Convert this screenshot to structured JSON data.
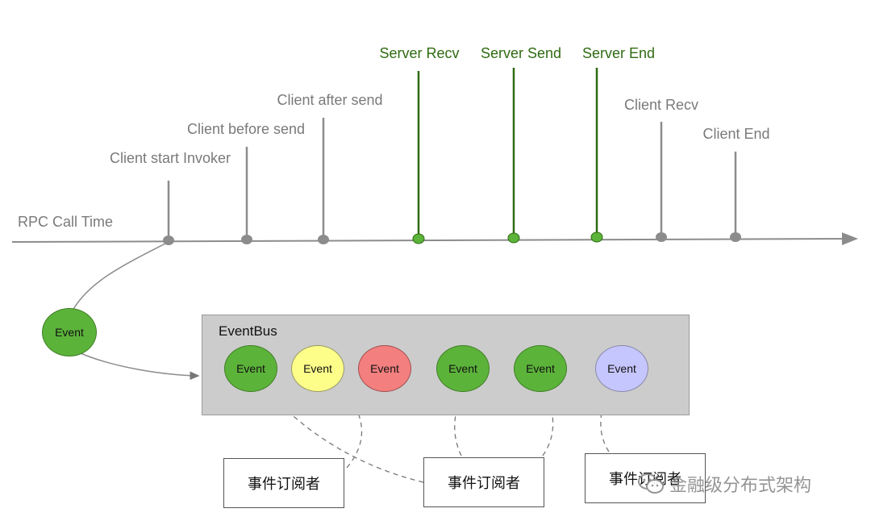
{
  "axis": {
    "label": "RPC Call Time"
  },
  "timeline": [
    {
      "label": "Client start Invoker",
      "kind": "client"
    },
    {
      "label": "Client before send",
      "kind": "client"
    },
    {
      "label": "Client after send",
      "kind": "client"
    },
    {
      "label": "Server Recv",
      "kind": "server"
    },
    {
      "label": "Server Send",
      "kind": "server"
    },
    {
      "label": "Server End",
      "kind": "server"
    },
    {
      "label": "Client Recv",
      "kind": "client"
    },
    {
      "label": "Client End",
      "kind": "client"
    }
  ],
  "emitted_event": {
    "label": "Event",
    "color": "#5cb33a"
  },
  "eventbus": {
    "title": "EventBus",
    "events": [
      {
        "label": "Event",
        "color": "green"
      },
      {
        "label": "Event",
        "color": "yellow"
      },
      {
        "label": "Event",
        "color": "red"
      },
      {
        "label": "Event",
        "color": "green"
      },
      {
        "label": "Event",
        "color": "green"
      },
      {
        "label": "Event",
        "color": "lavender"
      }
    ]
  },
  "subscribers": [
    {
      "label": "事件订阅者"
    },
    {
      "label": "事件订阅者"
    },
    {
      "label": "事件订阅者"
    }
  ],
  "watermark": {
    "text": "金融级分布式架构",
    "icon": "wechat-icon"
  },
  "colors": {
    "axis": "#8c8c8c",
    "client_tick": "#8c8c8c",
    "server_tick": "#2f6b12",
    "server_dot": "#5cb33a"
  }
}
